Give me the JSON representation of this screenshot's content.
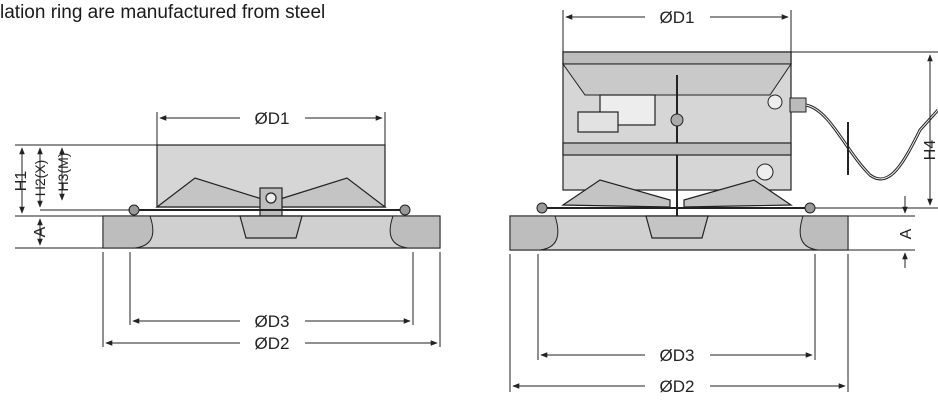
{
  "caption": "lation ring are manufactured from steel",
  "left_view": {
    "d1": "ØD1",
    "d2": "ØD2",
    "d3": "ØD3",
    "h1": "H1",
    "h2": "H2(X)",
    "h3": "H3(M)",
    "a": "A"
  },
  "right_view": {
    "d1": "ØD1",
    "d2": "ØD2",
    "d3": "ØD3",
    "h4": "H4",
    "a": "A"
  },
  "colors": {
    "fill": "#d9d9d9",
    "fill_dark": "#bdbdbd",
    "line": "#222222"
  }
}
